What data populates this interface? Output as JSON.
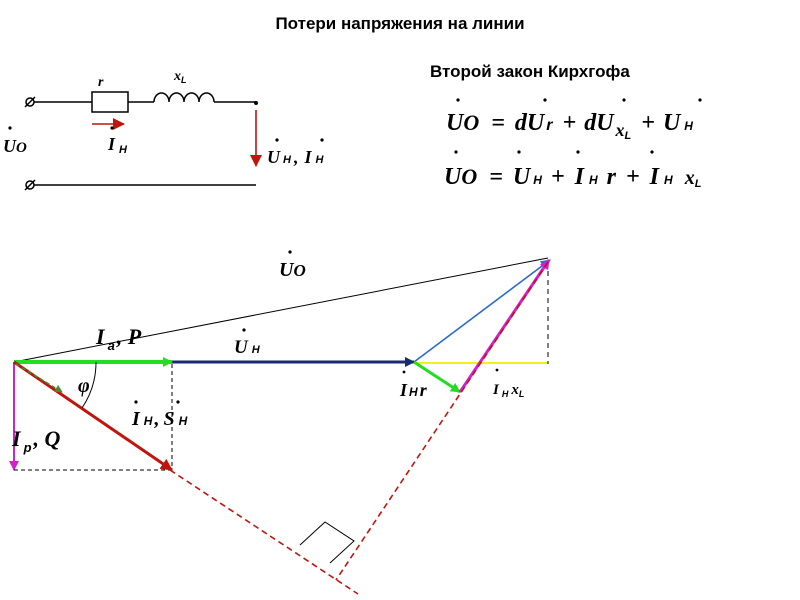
{
  "title": "Потери напряжения на линии",
  "subtitle": "Второй закон Кирхгофа",
  "circuit": {
    "r": "r",
    "x": "x",
    "x_sub": "L",
    "u": "U",
    "u_sub": "O",
    "i": "I",
    "i_sub": "Н",
    "sep": ","
  },
  "equations": {
    "eq1": [
      "U",
      "O",
      "=",
      "dU",
      "r",
      "+",
      "dU",
      "x",
      "L",
      "+",
      "U",
      "Н"
    ],
    "eq2": [
      "U",
      "O",
      "=",
      "U",
      "Н",
      "+",
      "I",
      "Н",
      "r",
      "+",
      "I",
      "Н",
      "x",
      "L"
    ]
  },
  "diagram": {
    "uo": "U",
    "uo_sub": "O",
    "un": "U",
    "un_sub": "Н",
    "ia": "I",
    "ia_sub": "a",
    "p": ", P",
    "ip": "I",
    "ip_sub": "р",
    "q": ", Q",
    "phi": "φ",
    "in": "I",
    "in_sub": "Н",
    "sn": "S",
    "sn_sub": "Н",
    "ir": "I",
    "ir_sub": "Н",
    "ir_r": "r",
    "ix": "I",
    "ix_sub": "Н",
    "ix_x": "x",
    "ix_x_sub": "L",
    "comma": ","
  },
  "colors": {
    "green": "#22dd22",
    "navy": "#1a2a6c",
    "red": "#c0140c",
    "magenta": "#d020d0",
    "blue": "#2a6ad0",
    "yellow": "#f0f020",
    "olive": "#4a8a2a"
  }
}
